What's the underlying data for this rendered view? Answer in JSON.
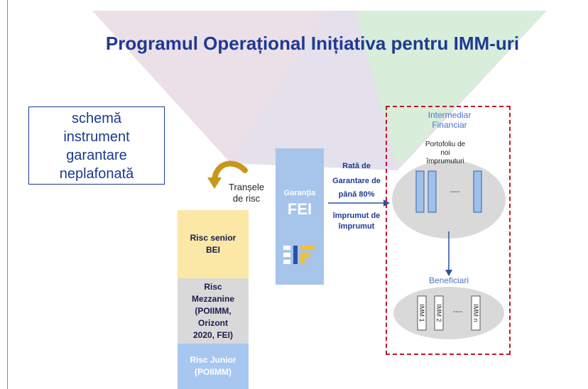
{
  "title": "Programul Operațional Inițiativa pentru IMM-uri",
  "scheme_box": {
    "lines": [
      "schemă",
      "instrument",
      "garantare",
      "neplafonată"
    ]
  },
  "tranches_label": [
    "Tranșele",
    "de risc"
  ],
  "risk_tranches": {
    "senior": [
      "Risc senior",
      "BEI"
    ],
    "mezzanine": [
      "Risc",
      "Mezzanine",
      "(POIIMM,",
      "Orizont",
      "2020, FEI)"
    ],
    "junior": [
      "Risc Junior",
      "(POIIMM)"
    ]
  },
  "fei": {
    "guarantee_label": "Garanția",
    "name": "FEI"
  },
  "rate_text": {
    "line1": "Rată de",
    "line2": "Garantare de",
    "line3": "până 80%",
    "line4": "împrumut de",
    "line5": "împrumut"
  },
  "intermediary": {
    "title": [
      "Intermediar",
      "Financiar"
    ],
    "portfolio": [
      "Portofoliu de",
      "noi",
      "împrumuturi"
    ],
    "dots": "----"
  },
  "beneficiaries": {
    "title": "Beneficiari",
    "items": [
      "IMM 1",
      "IMM 2",
      "IMM n"
    ],
    "dots": "----"
  },
  "colors": {
    "title_blue": "#1f3a93",
    "senior_fill": "#fbe8a6",
    "mezzanine_fill": "#d9d9d9",
    "junior_fill": "#a8c7f0",
    "fei_fill": "#a7c4ea",
    "dashed_border": "#c0182a",
    "loan_bar_fill": "#9fc0ea",
    "arrow_gold": "#c8961a"
  }
}
